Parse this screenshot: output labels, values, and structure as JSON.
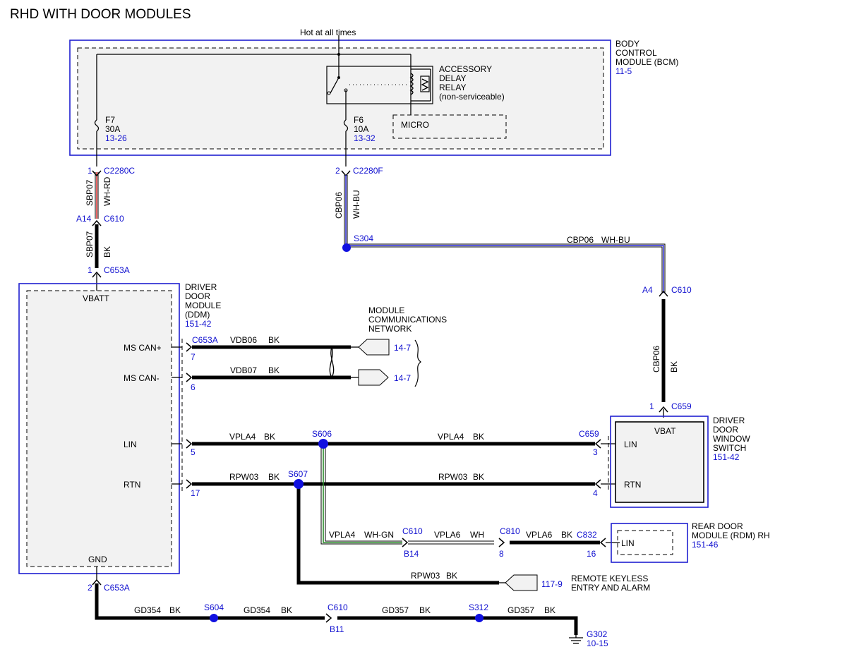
{
  "title": "RHD WITH DOOR MODULES",
  "power": {
    "label": "Hot at all times"
  },
  "bcm": {
    "name_lines": [
      "BODY",
      "CONTROL",
      "MODULE (BCM)"
    ],
    "ref": "11-5",
    "relay_lines": [
      "ACCESSORY",
      "DELAY",
      "RELAY",
      "(non-serviceable)"
    ],
    "micro": "MICRO",
    "fuse_f7": {
      "name": "F7",
      "rating": "30A",
      "ref": "13-26"
    },
    "fuse_f6": {
      "name": "F6",
      "rating": "10A",
      "ref": "13-32"
    }
  },
  "ddm": {
    "name_lines": [
      "DRIVER",
      "DOOR",
      "MODULE",
      "(DDM)"
    ],
    "ref": "151-42",
    "vbatt": "VBATT",
    "ms_can_plus": "MS CAN+",
    "ms_can_minus": "MS CAN-",
    "lin": "LIN",
    "rtn": "RTN",
    "gnd": "GND"
  },
  "network": {
    "name_lines": [
      "MODULE",
      "COMMUNICATIONS",
      "NETWORK"
    ],
    "ref1": "14-7",
    "ref2": "14-7"
  },
  "dws": {
    "name_lines": [
      "DRIVER",
      "DOOR",
      "WINDOW",
      "SWITCH"
    ],
    "ref": "151-42",
    "vbat": "VBAT",
    "lin": "LIN",
    "rtn": "RTN"
  },
  "rdm": {
    "name_lines": [
      "REAR DOOR",
      "MODULE (RDM) RH"
    ],
    "ref": "151-46",
    "lin": "LIN"
  },
  "rke": {
    "name_lines": [
      "REMOTE KEYLESS",
      "ENTRY AND ALARM"
    ],
    "ref": "117-9"
  },
  "ground": {
    "name": "G302",
    "ref": "10-15"
  },
  "connectors": {
    "c2280c": "C2280C",
    "c2280c_pin": "1",
    "c2280f": "C2280F",
    "c2280f_pin": "2",
    "c610_left": "C610",
    "c610_left_pin": "A14",
    "c653a_top": "C653A",
    "c653a_top_pin": "1",
    "c610_right": "C610",
    "c610_right_pin": "A4",
    "c659_top": "C659",
    "c659_top_pin": "1",
    "c653a_can": "C653A",
    "c653a_can_plus_pin": "7",
    "c653a_can_minus_pin": "6",
    "c653a_lin_pin": "5",
    "c653a_rtn_pin": "17",
    "c659_lin": "C659",
    "c659_lin_pin": "3",
    "c659_rtn_pin": "4",
    "c610_mid": "C610",
    "c610_mid_pin": "B14",
    "c810": "C810",
    "c810_pin": "8",
    "c832": "C832",
    "c832_pin": "16",
    "c653a_gnd": "C653A",
    "c653a_gnd_pin": "2",
    "c610_bot": "C610",
    "c610_bot_pin": "B11"
  },
  "splices": {
    "s304": "S304",
    "s606": "S606",
    "s607": "S607",
    "s604": "S604",
    "s312": "S312"
  },
  "wires": {
    "sbp07_top": {
      "circuit": "SBP07",
      "color": "WH-RD"
    },
    "sbp07_bot": {
      "circuit": "SBP07",
      "color": "BK"
    },
    "cbp06_top": {
      "circuit": "CBP06",
      "color": "WH-BU"
    },
    "cbp06_horz": {
      "circuit": "CBP06",
      "color": "WH-BU"
    },
    "cbp06_bot": {
      "circuit": "CBP06",
      "color": "BK"
    },
    "vdb06": {
      "circuit": "VDB06",
      "color": "BK"
    },
    "vdb07": {
      "circuit": "VDB07",
      "color": "BK"
    },
    "vpla4_a": {
      "circuit": "VPLA4",
      "color": "BK"
    },
    "vpla4_b": {
      "circuit": "VPLA4",
      "color": "BK"
    },
    "rpw03_a": {
      "circuit": "RPW03",
      "color": "BK"
    },
    "rpw03_b": {
      "circuit": "RPW03",
      "color": "BK"
    },
    "vpla4_c": {
      "circuit": "VPLA4",
      "color": "WH-GN"
    },
    "vpla6_a": {
      "circuit": "VPLA6",
      "color": "WH"
    },
    "vpla6_b": {
      "circuit": "VPLA6",
      "color": "BK"
    },
    "rpw03_c": {
      "circuit": "RPW03",
      "color": "BK"
    },
    "gd354_a": {
      "circuit": "GD354",
      "color": "BK"
    },
    "gd354_b": {
      "circuit": "GD354",
      "color": "BK"
    },
    "gd357_a": {
      "circuit": "GD357",
      "color": "BK"
    },
    "gd357_b": {
      "circuit": "GD357",
      "color": "BK"
    }
  },
  "colors": {
    "module_border": "#2020d0",
    "reference_text": "#1010d0",
    "splice": "#1010e0",
    "wh_rd_stripe": "#e02020",
    "wh_gn_stripe": "#2a8a2a"
  }
}
